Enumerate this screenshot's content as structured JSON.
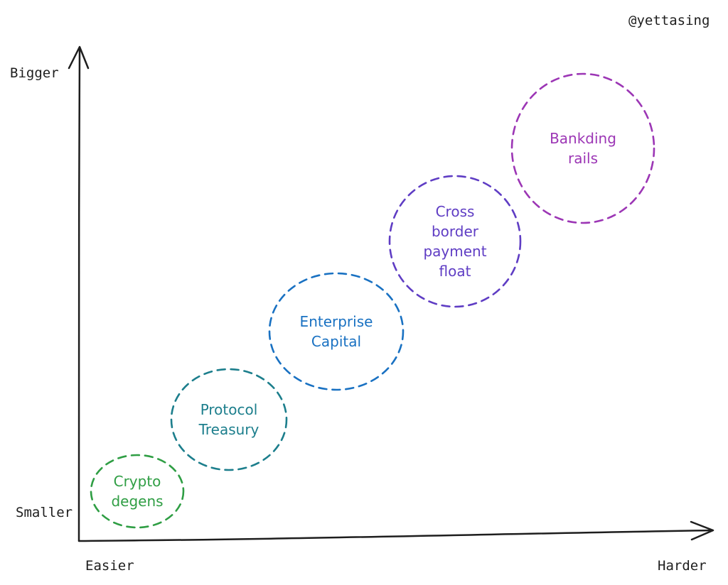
{
  "handle": "@yettasing",
  "axes": {
    "y_top": "Bigger",
    "y_bottom": "Smaller",
    "x_left": "Easier",
    "x_right": "Harder"
  },
  "bubbles": [
    {
      "id": "crypto-degens",
      "lines": [
        "Crypto",
        "degens"
      ],
      "color": "#2f9e44"
    },
    {
      "id": "protocol-treasury",
      "lines": [
        "Protocol",
        "Treasury"
      ],
      "color": "#1c7e8c"
    },
    {
      "id": "enterprise-capital",
      "lines": [
        "Enterprise",
        "Capital"
      ],
      "color": "#1971c2"
    },
    {
      "id": "cross-border-payment-float",
      "lines": [
        "Cross",
        "border",
        "payment",
        "float"
      ],
      "color": "#5f3dc4"
    },
    {
      "id": "bankding-rails",
      "lines": [
        "Bankding",
        "rails"
      ],
      "color": "#9c36b5"
    }
  ]
}
